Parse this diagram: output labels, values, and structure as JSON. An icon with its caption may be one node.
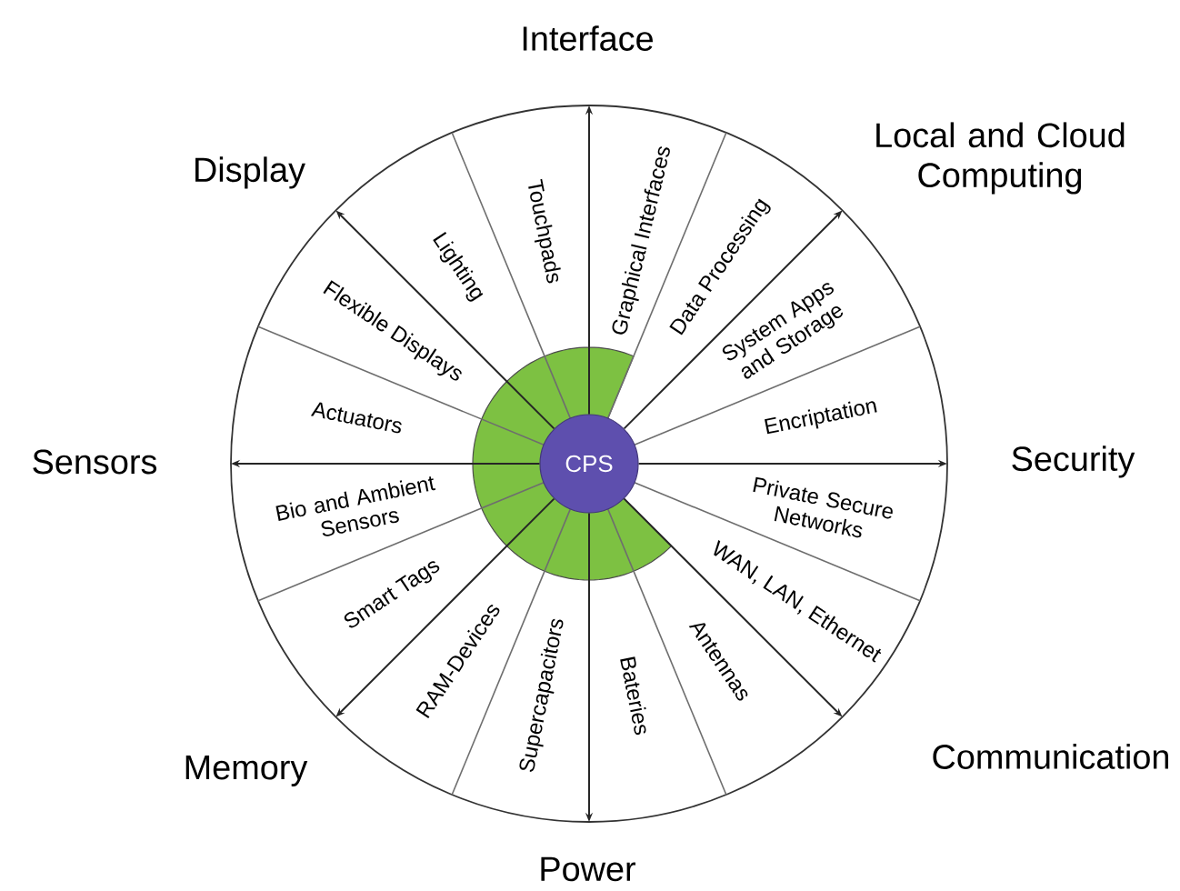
{
  "diagram": {
    "nodes": [
      {
        "text": [
          "CPS"
        ]
      },
      {
        "text": [
          "Interface"
        ]
      },
      {
        "text": [
          "Local and Cloud Computing"
        ]
      },
      {
        "text": [
          "Security"
        ]
      },
      {
        "text": [
          "Communication"
        ]
      },
      {
        "text": [
          "Power"
        ]
      },
      {
        "text": [
          "Memory"
        ]
      },
      {
        "text": [
          "Sensors"
        ]
      },
      {
        "text": [
          "Display"
        ]
      }
    ],
    "edges": [
      {
        "from": 0,
        "to": 1,
        "arrow": "to"
      },
      {
        "from": 0,
        "to": 2,
        "arrow": "to"
      },
      {
        "from": 0,
        "to": 3,
        "arrow": "to"
      },
      {
        "from": 0,
        "to": 4,
        "arrow": "to"
      },
      {
        "from": 0,
        "to": 5,
        "arrow": "to"
      },
      {
        "from": 0,
        "to": 6,
        "arrow": "to"
      },
      {
        "from": 0,
        "to": 7,
        "arrow": "to"
      },
      {
        "from": 0,
        "to": 8,
        "arrow": "to"
      }
    ],
    "labels": [
      "Graphical Interfaces",
      "Data Processing",
      "System Apps and Storage",
      "Encriptation",
      "Private Secure Networks",
      "WAN, LAN, Ethernet",
      "Antennas",
      "Bateries",
      "Supercapacitors",
      "RAM-Devices",
      "Smart Tags",
      "Bio and Ambient Sensors",
      "Actuators",
      "Flexible Displays",
      "Lighting",
      "Touchpads"
    ]
  }
}
